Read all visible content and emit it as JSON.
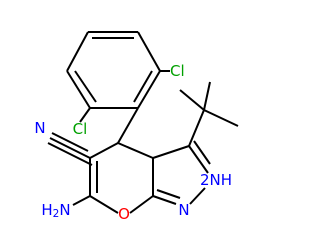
{
  "molecule": {
    "atoms": {
      "cl_top": {
        "symbol": "Cl",
        "color": "#00a000"
      },
      "cl_left": {
        "symbol": "Cl",
        "color": "#00a000"
      },
      "nitrile_n": {
        "symbol": "N",
        "color": "#0000ff"
      },
      "nh_ring": {
        "symbol": "H",
        "prefix": "N",
        "color": "#0000ff"
      },
      "ring_n": {
        "symbol": "N",
        "color": "#0000ff"
      },
      "amine": {
        "symbol": "H",
        "prefix": "N",
        "subscript": "2",
        "color": "#0000ff"
      },
      "ring_o": {
        "symbol": "O",
        "color": "#ff0000"
      }
    }
  }
}
